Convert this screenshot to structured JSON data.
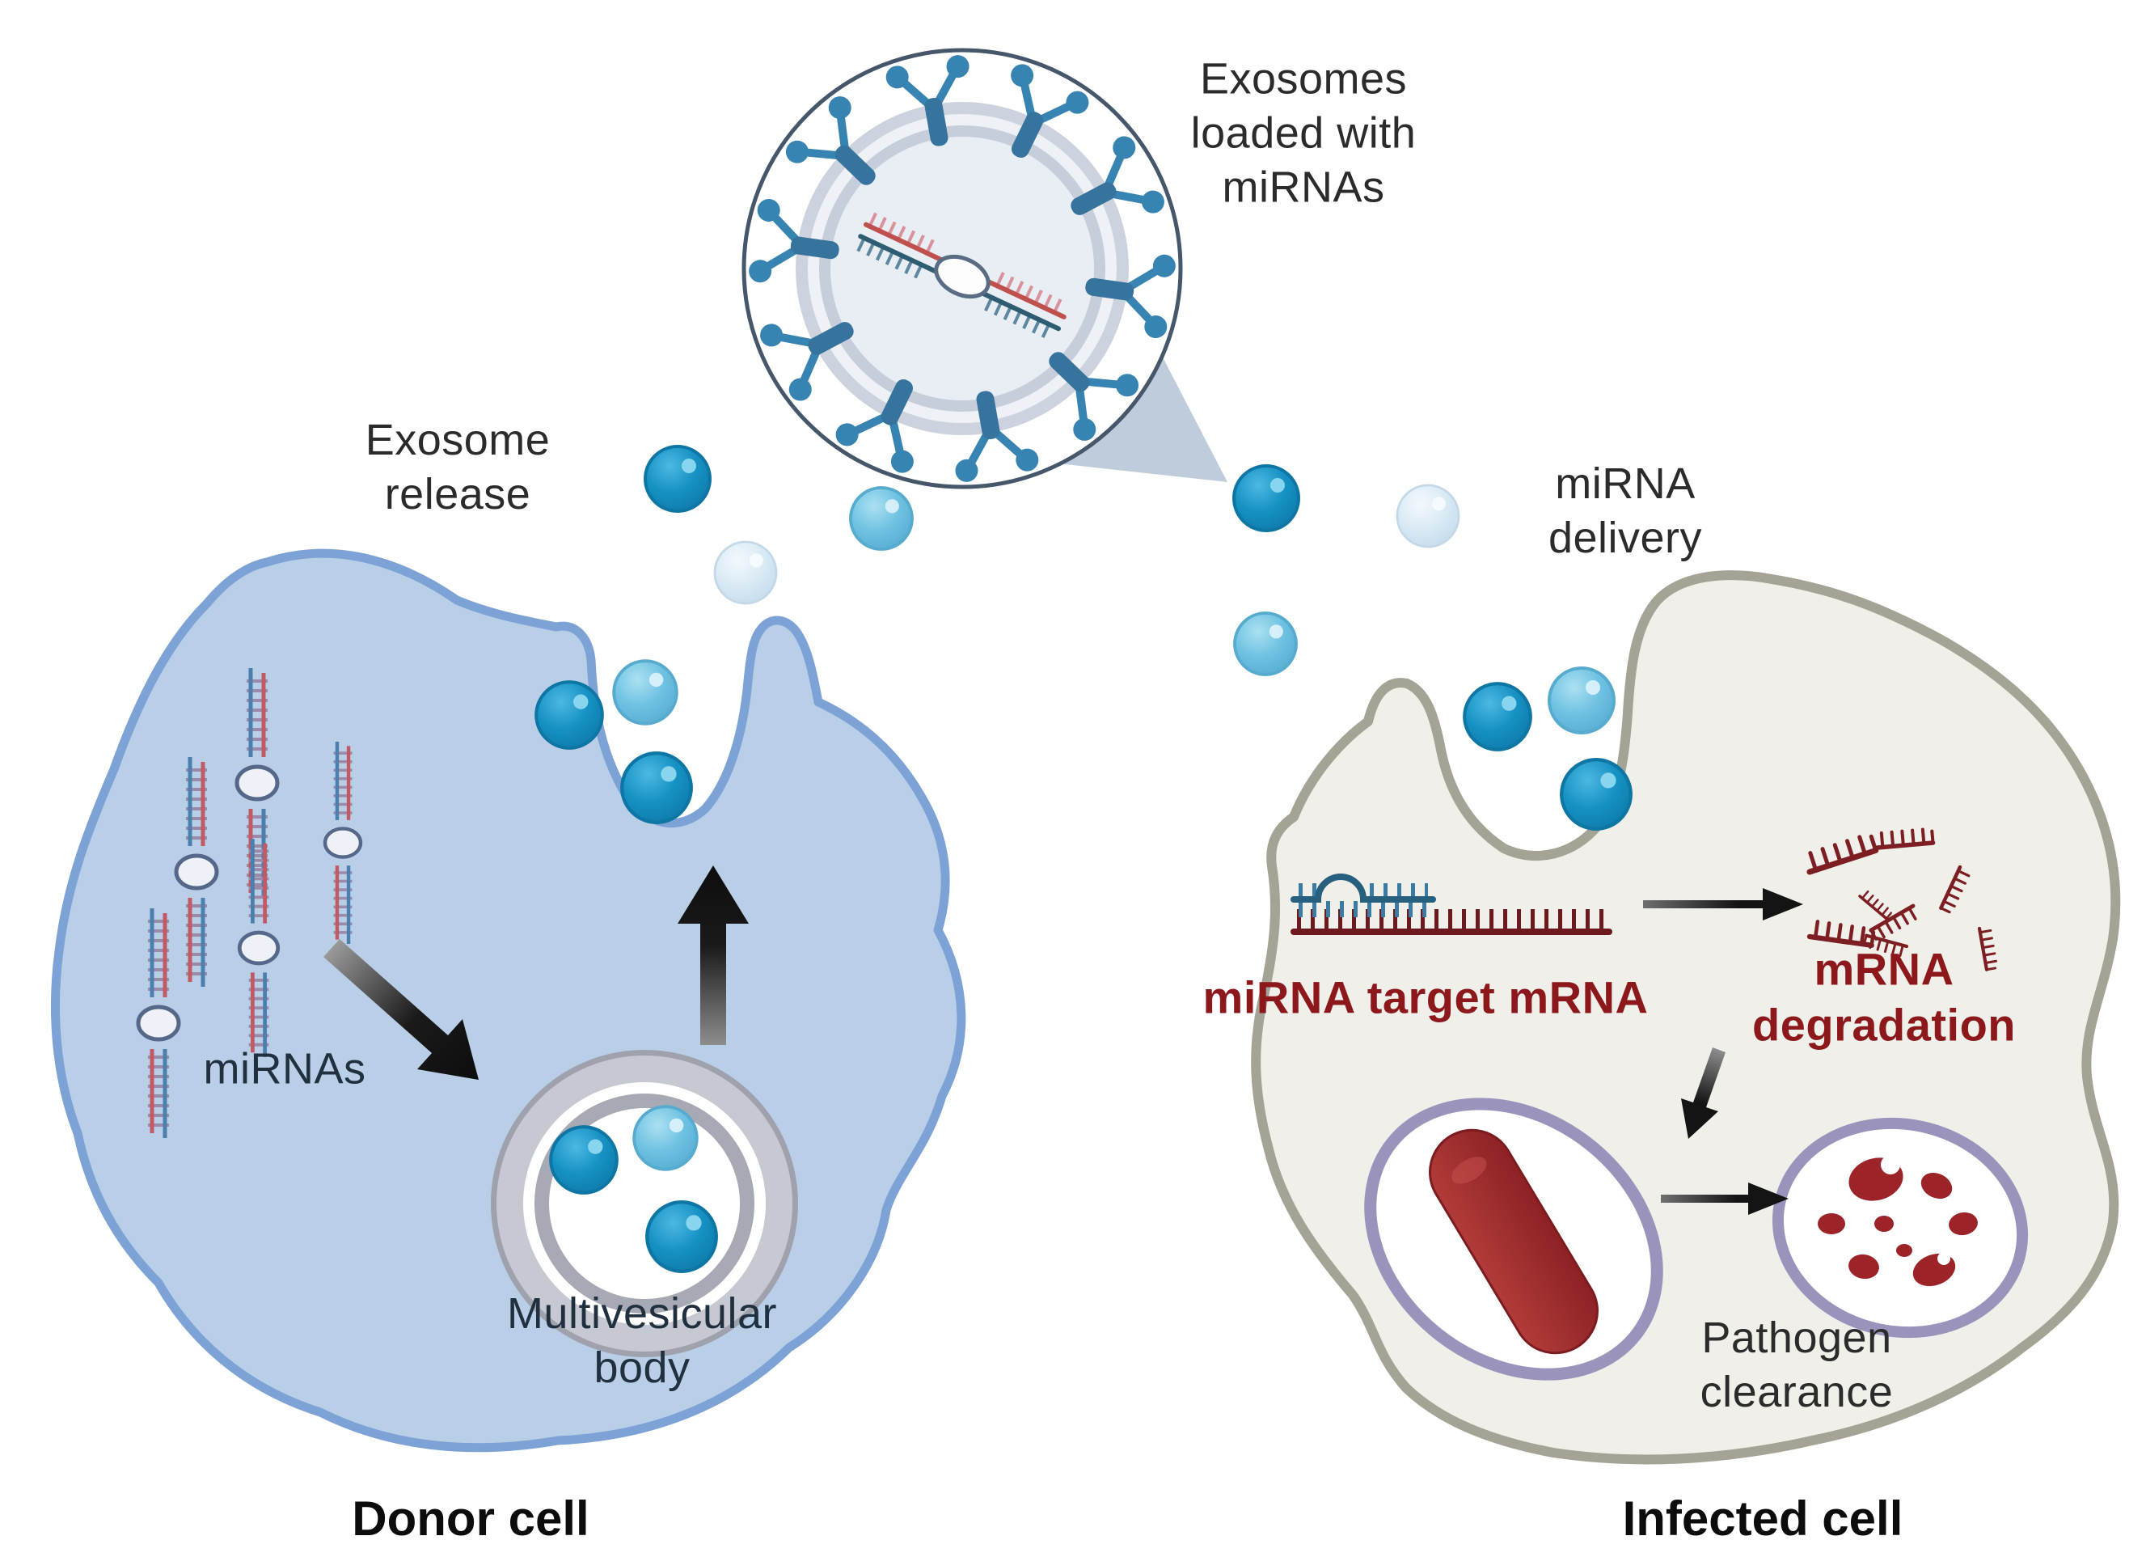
{
  "figure": {
    "type": "biological-diagram",
    "topic": "Exosome-mediated miRNA transfer from donor cell to infected cell"
  },
  "exosome_detail": {
    "label": "Exosomes\nloaded with\nmiRNAs"
  },
  "donor_cell": {
    "name": "Donor cell",
    "release_label": "Exosome\nrelease",
    "mirnas_label": "miRNAs",
    "mvb_label": "Multivesicular\nbody"
  },
  "infected_cell": {
    "name": "Infected cell",
    "delivery_label": "miRNA\ndelivery",
    "target_mrna_label": "miRNA target mRNA",
    "degradation_label": "mRNA degradation",
    "clearance_label": "Pathogen\nclearance"
  },
  "colors": {
    "donor_fill": "#b9cfe8",
    "donor_outline": "#7da2d6",
    "infected_fill": "#f0efe9",
    "infected_outline": "#a5a296",
    "exosome_dark": "#1691c4",
    "exosome_medium": "#6fc2e2",
    "exosome_pale": "#d8e9f4",
    "vesicle_ring_gray": "#c6c8d2",
    "receptor_blue": "#3784b2",
    "membrane_ring": "#c9cfda",
    "rna_red": "#c0504d",
    "rna_blue": "#3a7ba3",
    "mrna_dark_red": "#6e191d",
    "label_red": "#8c181c",
    "pathogen_purple": "#9a94bd",
    "pathogen_red": "#9c2327",
    "arrow_black": "#141414",
    "callout_wedge": "#bfccdc"
  }
}
